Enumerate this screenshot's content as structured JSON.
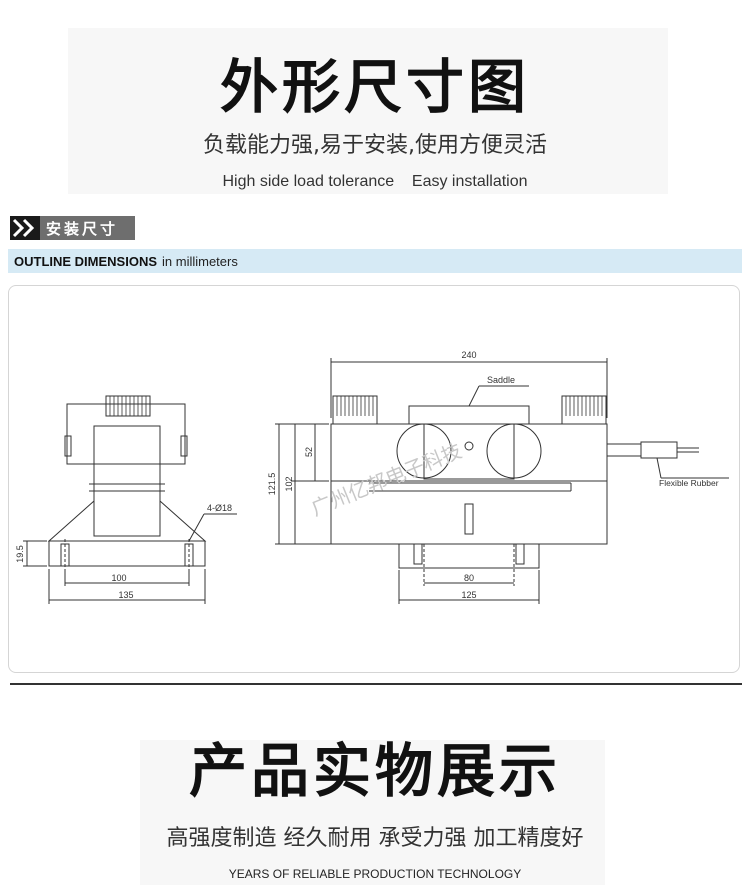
{
  "header": {
    "title": "外形尺寸图",
    "subtitle_cn": "负载能力强,易于安装,使用方便灵活",
    "subtitle_en": "High side load tolerance    Easy installation"
  },
  "section": {
    "tag": "安装尺寸",
    "outline_bold": "OUTLINE DIMENSIONS",
    "outline_note": "in millimeters"
  },
  "drawing": {
    "dims": {
      "d240": "240",
      "d121_5": "121.5",
      "d102": "102",
      "d52": "52",
      "d80": "80",
      "d125": "125",
      "d100": "100",
      "d135": "135",
      "d19_5": "19.5",
      "holes": "4-Ø18"
    },
    "labels": {
      "saddle": "Saddle",
      "flexible": "Flexible Rubber",
      "watermark": "广州亿邦电子科技"
    }
  },
  "footer": {
    "title": "产品实物展示",
    "subtitle_cn": "高强度制造 经久耐用 承受力强 加工精度好",
    "subtitle_en": "YEARS OF RELIABLE PRODUCTION TECHNOLOGY"
  },
  "colors": {
    "tag_bg": "#6e6e6e",
    "bar_bg": "#d6eaf5",
    "line": "#333333"
  }
}
